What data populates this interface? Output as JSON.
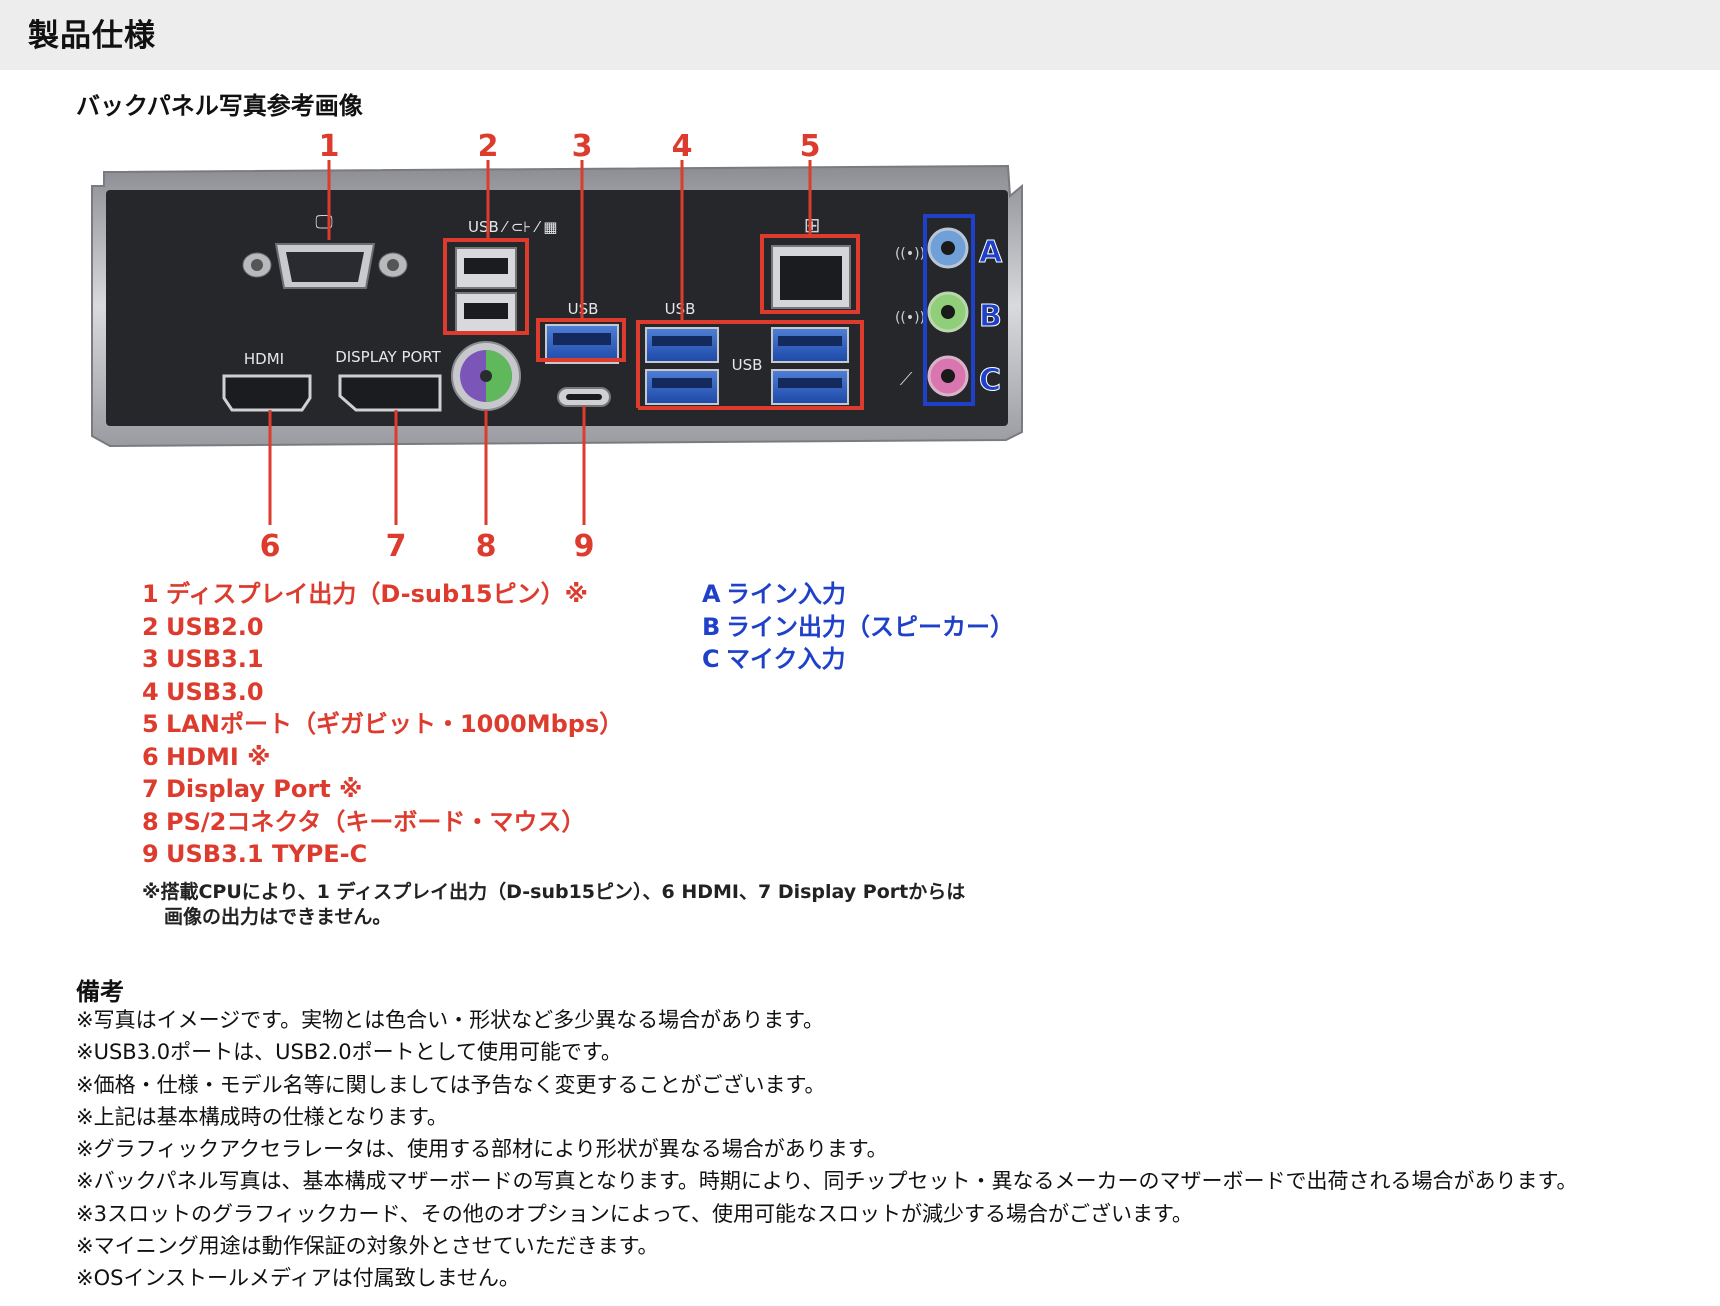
{
  "header": {
    "title": "製品仕様"
  },
  "back_panel": {
    "title": "バックパネル写真参考画像",
    "callouts": {
      "n1": "1",
      "n2": "2",
      "n3": "3",
      "n4": "4",
      "n5": "5",
      "n6": "6",
      "n7": "7",
      "n8": "8",
      "n9": "9",
      "a": "A",
      "b": "B",
      "c": "C"
    },
    "panel_labels": {
      "usb_top": "USB",
      "usb_ps2": "USB ⁄ ⊂⊦ ⁄ ▦",
      "usb_mid": "USB",
      "usb_right": "USB",
      "hdmi": "HDMI",
      "displayport": "DISPLAY PORT"
    },
    "legend_red": [
      {
        "num": "1",
        "text": "ディスプレイ出力（D-sub15ピン）※"
      },
      {
        "num": "2",
        "text": "USB2.0"
      },
      {
        "num": "3",
        "text": "USB3.1"
      },
      {
        "num": "4",
        "text": "USB3.0"
      },
      {
        "num": "5",
        "text": "LANポート（ギガビット・1000Mbps）"
      },
      {
        "num": "6",
        "text": "HDMI ※"
      },
      {
        "num": "7",
        "text": "Display Port ※"
      },
      {
        "num": "8",
        "text": "PS/2コネクタ（キーボード・マウス）"
      },
      {
        "num": "9",
        "text": "USB3.1 TYPE-C"
      }
    ],
    "legend_blue": [
      {
        "num": "A",
        "text": "ライン入力"
      },
      {
        "num": "B",
        "text": "ライン出力（スピーカー）"
      },
      {
        "num": "C",
        "text": "マイク入力"
      }
    ],
    "note_line1": "※搭載CPUにより、1 ディスプレイ出力（D-sub15ピン）、6 HDMI、7 Display Portからは",
    "note_line2": "画像の出力はできません。",
    "colors": {
      "callout_red": "#dd3b2e",
      "callout_blue": "#1f40c8",
      "panel": "#26272b"
    }
  },
  "remarks": {
    "title": "備考",
    "items": [
      "※写真はイメージです。実物とは色合い・形状など多少異なる場合があります。",
      "※USB3.0ポートは、USB2.0ポートとして使用可能です。",
      "※価格・仕様・モデル名等に関しましては予告なく変更することがございます。",
      "※上記は基本構成時の仕様となります。",
      "※グラフィックアクセラレータは、使用する部材により形状が異なる場合があります。",
      "※バックパネル写真は、基本構成マザーボードの写真となります。時期により、同チップセット・異なるメーカーのマザーボードで出荷される場合があります。",
      "※3スロットのグラフィックカード、その他のオプションによって、使用可能なスロットが減少する場合がございます。",
      "※マイニング用途は動作保証の対象外とさせていただきます。",
      "※OSインストールメディアは付属致しません。"
    ]
  }
}
